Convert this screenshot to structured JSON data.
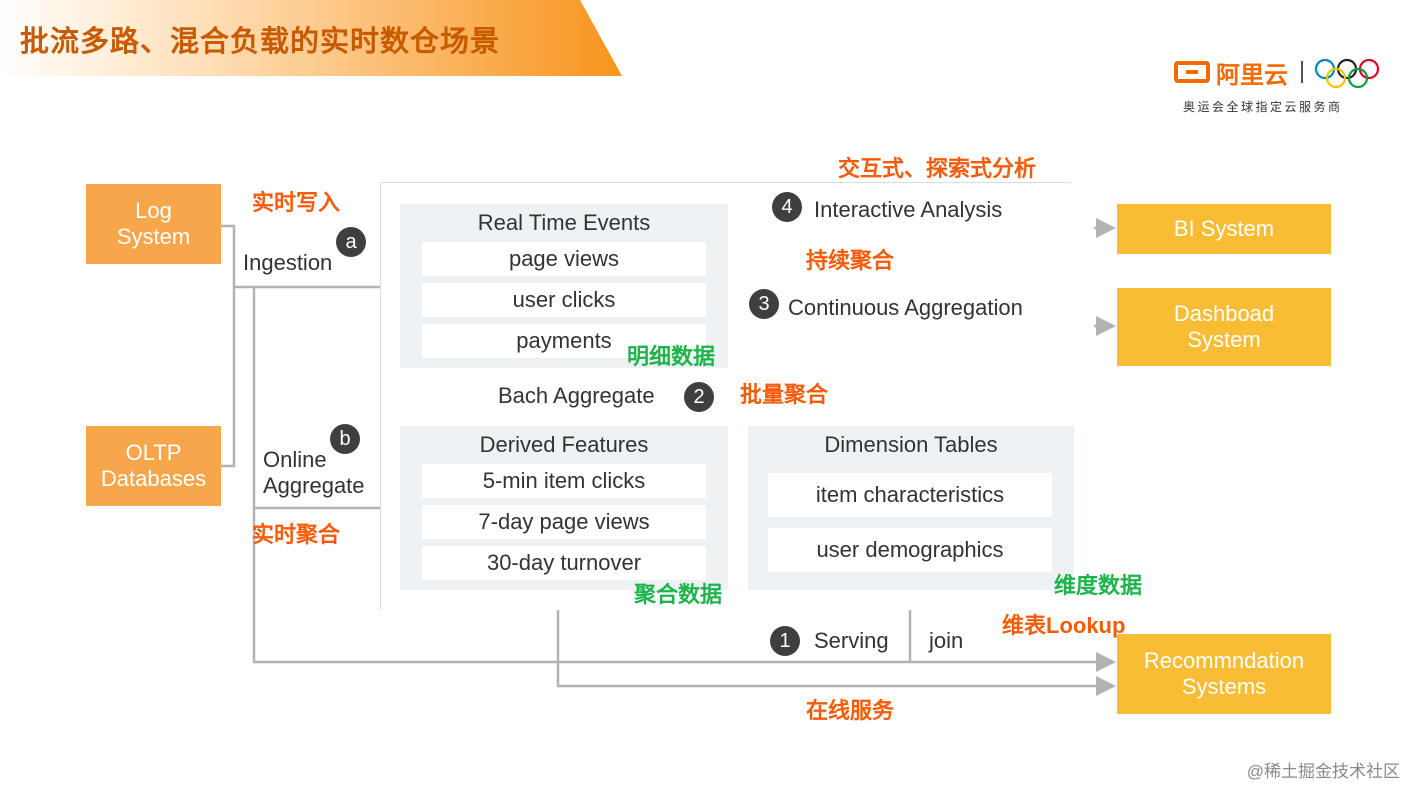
{
  "title": "批流多路、混合负载的实时数仓场景",
  "logo": {
    "brand": "阿里云",
    "subtitle": "奥运会全球指定云服务商"
  },
  "colors": {
    "source_box": "#f8a64b",
    "target_box": "#f9bd35",
    "orange_label": "#f55c0a",
    "green_label": "#1fb34c",
    "arrow": "#b3b3b3"
  },
  "sources": {
    "log": [
      "Log",
      "System"
    ],
    "oltp": [
      "OLTP",
      "Databases"
    ]
  },
  "targets": {
    "bi": [
      "BI System"
    ],
    "dashboard": [
      "Dashboad",
      "System"
    ],
    "recommendation": [
      "Recommndation",
      "Systems"
    ]
  },
  "real_time_events": {
    "title": "Real Time Events",
    "items": [
      "page views",
      "user clicks",
      "payments"
    ]
  },
  "derived_features": {
    "title": "Derived Features",
    "items": [
      "5-min item clicks",
      "7-day page views",
      "30-day turnover"
    ]
  },
  "dimension_tables": {
    "title": "Dimension Tables",
    "items": [
      "item characteristics",
      "user demographics"
    ]
  },
  "flows": {
    "ingestion": {
      "badge": "a",
      "label": "Ingestion"
    },
    "online_aggregate": {
      "badge": "b",
      "label": [
        "Online",
        "Aggregate"
      ]
    },
    "batch_aggregate": {
      "badge": "2",
      "label": "Bach Aggregate"
    },
    "interactive": {
      "badge": "4",
      "label": "Interactive Analysis"
    },
    "continuous": {
      "badge": "3",
      "label": "Continuous Aggregation"
    },
    "serving": {
      "badge": "1",
      "label": "Serving"
    },
    "join": "join"
  },
  "annotations": {
    "realtime_write": "实时写入",
    "realtime_agg": "实时聚合",
    "interactive_explore": "交互式、探索式分析",
    "continuous_agg": "持续聚合",
    "batch_agg": "批量聚合",
    "detail_data": "明细数据",
    "agg_data": "聚合数据",
    "dim_data": "维度数据",
    "dim_lookup": "维表Lookup",
    "online_service": "在线服务"
  },
  "watermark": "@稀土掘金技术社区"
}
